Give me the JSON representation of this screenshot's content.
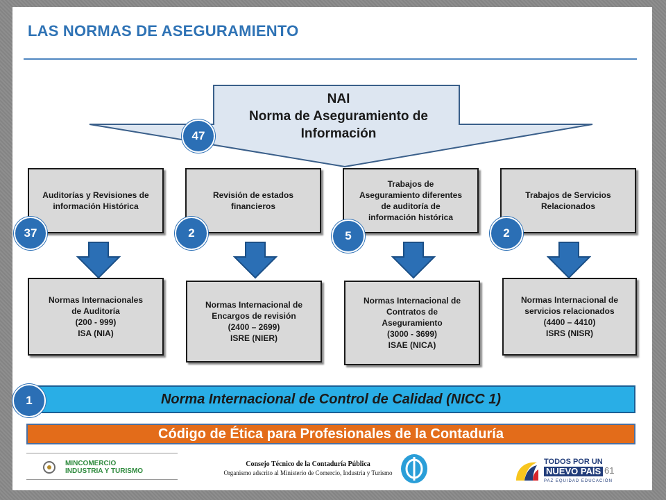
{
  "title": "LAS NORMAS DE ASEGURAMIENTO",
  "nai": {
    "line1": "NAI",
    "line2": "Norma de Aseguramiento de",
    "line3": "Información",
    "count": "47"
  },
  "categories": [
    {
      "label": "Auditorías y Revisiones de\ninformación Histórica",
      "count": "37",
      "standard": "Normas Internacionales\nde Auditoría\n(200 - 999)\nISA (NIA)"
    },
    {
      "label": "Revisión de estados\nfinancieros",
      "count": "2",
      "standard": "Normas Internacional de\nEncargos de revisión\n(2400 – 2699)\nISRE (NIER)"
    },
    {
      "label": "Trabajos de\nAseguramiento diferentes\nde auditoría de\ninformación histórica",
      "count": "5",
      "standard": "Normas Internacional de\nContratos de\nAseguramiento\n(3000 - 3699)\nISAE (NICA)"
    },
    {
      "label": "Trabajos de Servicios\nRelacionados",
      "count": "2",
      "standard": "Normas Internacional de\nservicios relacionados\n(4400 – 4410)\nISRS (NISR)"
    }
  ],
  "nicc": {
    "count": "1",
    "label": "Norma Internacional de Control de Calidad (NICC 1)"
  },
  "etica": {
    "label": "Código de Ética para Profesionales de la Contaduría"
  },
  "footer": {
    "mincomercio_line1": "MINCOMERCIO",
    "mincomercio_line2": "INDUSTRIA Y TURISMO",
    "ctcp_line1": "Consejo Técnico de la Contaduría Pública",
    "ctcp_line2": "Organismo adscrito al Ministerio de Comercio, Industria y Turismo",
    "tpunp_line1": "TODOS POR UN",
    "tpunp_line2": "NUEVO PAÍS",
    "tpunp_line3": "PAZ EQUIDAD EDUCACIÓN",
    "page_number": "61"
  },
  "colors": {
    "title_blue": "#2f73b5",
    "arrow_fill": "#dde6f1",
    "circle_blue": "#2b6fb5",
    "box_gray": "#d9d9d9",
    "nicc_cyan": "#29aee6",
    "etica_orange": "#e36c1a"
  }
}
